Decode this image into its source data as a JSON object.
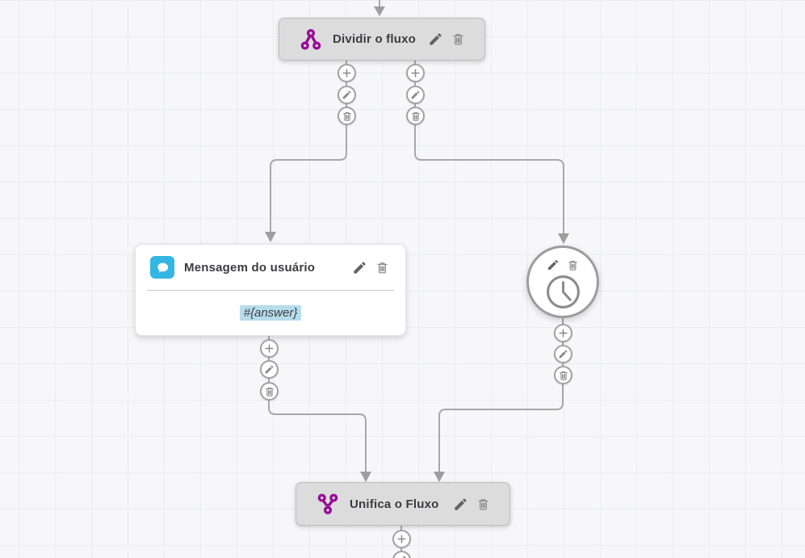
{
  "canvas": {
    "background": "#f7f7f9",
    "grid_line_color": "#e9ecf3",
    "connector_color": "#a8a8a8"
  },
  "palette": {
    "flow_purple": "#970c97",
    "message_blue": "#34b6e4",
    "variable_highlight": "#b7dcec",
    "node_gray": "#dcdcdc"
  },
  "nodes": {
    "split": {
      "title": "Dividir o fluxo",
      "icon": "split-flow-icon"
    },
    "user_message": {
      "title": "Mensagem do usuário",
      "icon": "chat-bubble-icon",
      "variable": "#{answer}"
    },
    "timer": {
      "icon": "clock-icon"
    },
    "merge": {
      "title": "Unifica o Fluxo",
      "icon": "merge-flow-icon"
    }
  },
  "connector_actions": {
    "add": "plus-icon",
    "edit": "pencil-icon",
    "delete": "trash-icon"
  }
}
